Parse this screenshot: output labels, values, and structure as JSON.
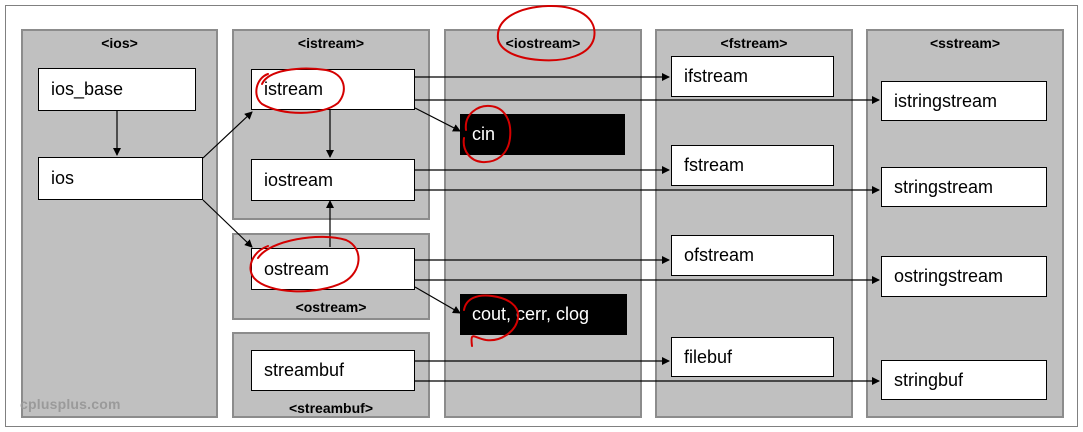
{
  "headers": {
    "ios": "<ios>",
    "istream": "<istream>",
    "iostream": "<iostream>",
    "fstream": "<fstream>",
    "sstream": "<sstream>",
    "ostream": "<ostream>",
    "streambuf": "<streambuf>"
  },
  "boxes": {
    "ios_base": "ios_base",
    "ios": "ios",
    "istream": "istream",
    "iostream": "iostream",
    "ostream": "ostream",
    "streambuf": "streambuf",
    "ifstream": "ifstream",
    "fstream": "fstream",
    "ofstream": "ofstream",
    "filebuf": "filebuf",
    "istringstream": "istringstream",
    "stringstream": "stringstream",
    "ostringstream": "ostringstream",
    "stringbuf": "stringbuf"
  },
  "objects": {
    "cin": "cin",
    "cout_group": "cout, cerr, clog"
  },
  "watermark": "cplusplus.com",
  "colors": {
    "panel": "#c0c0c0",
    "annotation": "#d40000"
  }
}
